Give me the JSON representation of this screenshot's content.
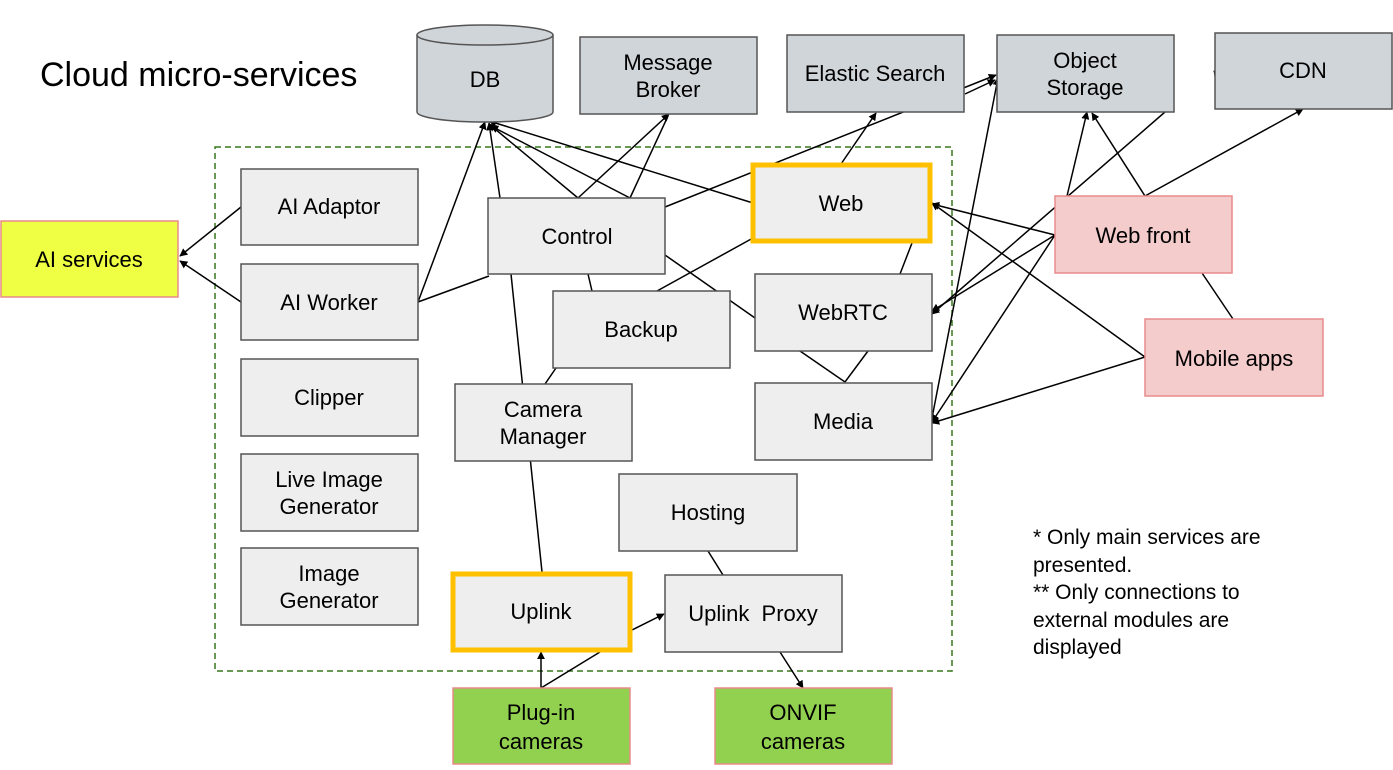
{
  "title": "Cloud micro-services",
  "colors": {
    "internal_fill": "#eeeeee",
    "internal_stroke": "#555555",
    "cloud_fill": "#d0d5d9",
    "client_fill": "#f4cccc",
    "client_stroke": "#e88b8b",
    "ai_fill": "#eeff44",
    "camera_fill": "#92d050",
    "highlight_stroke": "#ffc000",
    "boundary_stroke": "#38761d"
  },
  "nodes": {
    "db": [
      "DB"
    ],
    "message_broker": [
      "Message",
      "Broker"
    ],
    "elastic_search": [
      "Elastic Search"
    ],
    "object_storage": [
      "Object",
      "Storage"
    ],
    "cdn": [
      "CDN"
    ],
    "ai_services": [
      "AI services"
    ],
    "ai_adaptor": [
      "AI Adaptor"
    ],
    "ai_worker": [
      "AI Worker"
    ],
    "clipper": [
      "Clipper"
    ],
    "live_image_generator": [
      "Live Image",
      "Generator"
    ],
    "image_generator": [
      "Image",
      "Generator"
    ],
    "control": [
      "Control"
    ],
    "web": [
      "Web"
    ],
    "backup": [
      "Backup"
    ],
    "webrtc": [
      "WebRTC"
    ],
    "camera_manager": [
      "Camera",
      "Manager"
    ],
    "media": [
      "Media"
    ],
    "hosting": [
      "Hosting"
    ],
    "uplink": [
      "Uplink"
    ],
    "uplink_proxy": [
      "Uplink  Proxy"
    ],
    "web_front": [
      "Web front"
    ],
    "mobile_apps": [
      "Mobile apps"
    ],
    "plugin_cameras": [
      "Plug-in",
      "cameras"
    ],
    "onvif_cameras": [
      "ONVIF",
      "cameras"
    ]
  },
  "notes": [
    "* Only main services are",
    "presented.",
    "** Only connections to",
    "external modules are",
    "displayed"
  ]
}
